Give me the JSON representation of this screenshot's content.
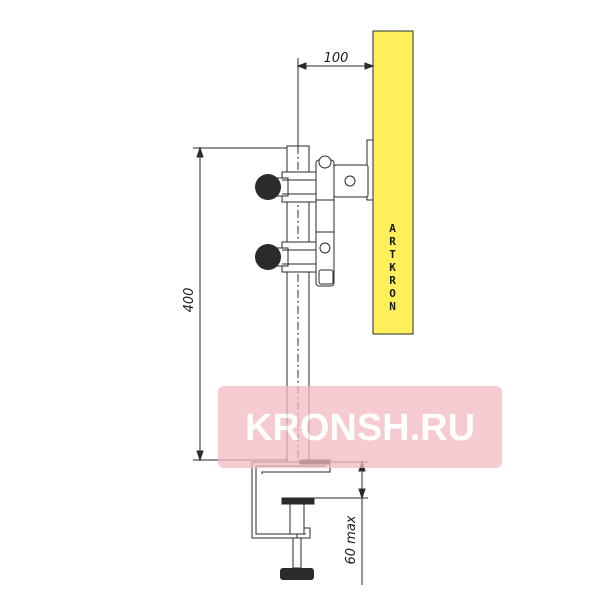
{
  "dimensions": {
    "offset": "100",
    "pole_height": "400",
    "clamp_max": "60 max"
  },
  "brand": {
    "plate_letters": [
      "A",
      "R",
      "T",
      "K",
      "R",
      "O",
      "N"
    ]
  },
  "watermark": {
    "text": "KRONSH.RU"
  },
  "colors": {
    "plate": "#ffef5a",
    "line": "#2a2a2a",
    "knob": "#2b2b2b",
    "watermark_bg": "#f3b9c2"
  }
}
